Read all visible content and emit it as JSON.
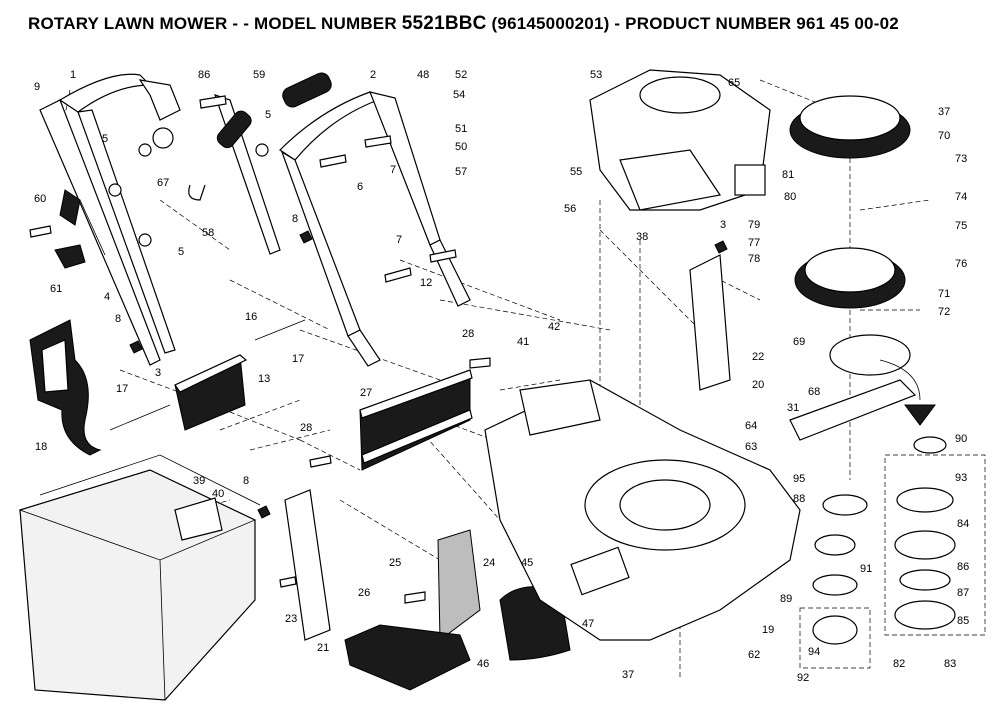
{
  "header": {
    "title_prefix": "ROTARY LAWN MOWER - - MODEL NUMBER",
    "model": "5521BBC",
    "title_suffix": "(96145000201) - PRODUCT NUMBER 961 45 00-02"
  },
  "labels": [
    {
      "id": "l9",
      "text": "9"
    },
    {
      "id": "l1",
      "text": "1"
    },
    {
      "id": "l86",
      "text": "86"
    },
    {
      "id": "l59",
      "text": "59"
    },
    {
      "id": "l2",
      "text": "2"
    },
    {
      "id": "l48",
      "text": "48"
    },
    {
      "id": "l52",
      "text": "52"
    },
    {
      "id": "l53",
      "text": "53"
    },
    {
      "id": "l65",
      "text": "65"
    },
    {
      "id": "l54",
      "text": "54"
    },
    {
      "id": "l37a",
      "text": "37"
    },
    {
      "id": "l5a",
      "text": "5"
    },
    {
      "id": "l5b",
      "text": "5"
    },
    {
      "id": "l51",
      "text": "51"
    },
    {
      "id": "l70",
      "text": "70"
    },
    {
      "id": "l50",
      "text": "50"
    },
    {
      "id": "l67",
      "text": "67"
    },
    {
      "id": "l7a",
      "text": "7"
    },
    {
      "id": "l57",
      "text": "57"
    },
    {
      "id": "l55",
      "text": "55"
    },
    {
      "id": "l73",
      "text": "73"
    },
    {
      "id": "l81",
      "text": "81"
    },
    {
      "id": "l60",
      "text": "60"
    },
    {
      "id": "l58",
      "text": "58"
    },
    {
      "id": "l6",
      "text": "6"
    },
    {
      "id": "l56",
      "text": "56"
    },
    {
      "id": "l80",
      "text": "80"
    },
    {
      "id": "l74",
      "text": "74"
    },
    {
      "id": "l8a",
      "text": "8"
    },
    {
      "id": "l3a",
      "text": "3"
    },
    {
      "id": "l79",
      "text": "79"
    },
    {
      "id": "l75",
      "text": "75"
    },
    {
      "id": "l38",
      "text": "38"
    },
    {
      "id": "l77",
      "text": "77"
    },
    {
      "id": "l7b",
      "text": "7"
    },
    {
      "id": "l5c",
      "text": "5"
    },
    {
      "id": "l78",
      "text": "78"
    },
    {
      "id": "l76",
      "text": "76"
    },
    {
      "id": "l61",
      "text": "61"
    },
    {
      "id": "l4",
      "text": "4"
    },
    {
      "id": "l12",
      "text": "12"
    },
    {
      "id": "l71",
      "text": "71"
    },
    {
      "id": "l8b",
      "text": "8"
    },
    {
      "id": "l16",
      "text": "16"
    },
    {
      "id": "l72",
      "text": "72"
    },
    {
      "id": "l42",
      "text": "42"
    },
    {
      "id": "l28a",
      "text": "28"
    },
    {
      "id": "l41",
      "text": "41"
    },
    {
      "id": "l69",
      "text": "69"
    },
    {
      "id": "l13",
      "text": "13"
    },
    {
      "id": "l17a",
      "text": "17"
    },
    {
      "id": "l22",
      "text": "22"
    },
    {
      "id": "l17b",
      "text": "17"
    },
    {
      "id": "l3b",
      "text": "3"
    },
    {
      "id": "l27",
      "text": "27"
    },
    {
      "id": "l20",
      "text": "20"
    },
    {
      "id": "l68",
      "text": "68"
    },
    {
      "id": "l31",
      "text": "31"
    },
    {
      "id": "l64",
      "text": "64"
    },
    {
      "id": "l18",
      "text": "18"
    },
    {
      "id": "l28b",
      "text": "28"
    },
    {
      "id": "l63",
      "text": "63"
    },
    {
      "id": "l90",
      "text": "90"
    },
    {
      "id": "l95",
      "text": "95"
    },
    {
      "id": "l93",
      "text": "93"
    },
    {
      "id": "l39",
      "text": "39"
    },
    {
      "id": "l40",
      "text": "40"
    },
    {
      "id": "l8c",
      "text": "8"
    },
    {
      "id": "l88",
      "text": "88"
    },
    {
      "id": "l84",
      "text": "84"
    },
    {
      "id": "l25",
      "text": "25"
    },
    {
      "id": "l24",
      "text": "24"
    },
    {
      "id": "l45",
      "text": "45"
    },
    {
      "id": "l91",
      "text": "91"
    },
    {
      "id": "l86b",
      "text": "86"
    },
    {
      "id": "l26",
      "text": "26"
    },
    {
      "id": "l23",
      "text": "23"
    },
    {
      "id": "l89",
      "text": "89"
    },
    {
      "id": "l87",
      "text": "87"
    },
    {
      "id": "l47",
      "text": "47"
    },
    {
      "id": "l19",
      "text": "19"
    },
    {
      "id": "l85",
      "text": "85"
    },
    {
      "id": "l21",
      "text": "21"
    },
    {
      "id": "l94",
      "text": "94"
    },
    {
      "id": "l46",
      "text": "46"
    },
    {
      "id": "l62",
      "text": "62"
    },
    {
      "id": "l82",
      "text": "82"
    },
    {
      "id": "l83",
      "text": "83"
    },
    {
      "id": "l37b",
      "text": "37"
    },
    {
      "id": "l92",
      "text": "92"
    }
  ]
}
